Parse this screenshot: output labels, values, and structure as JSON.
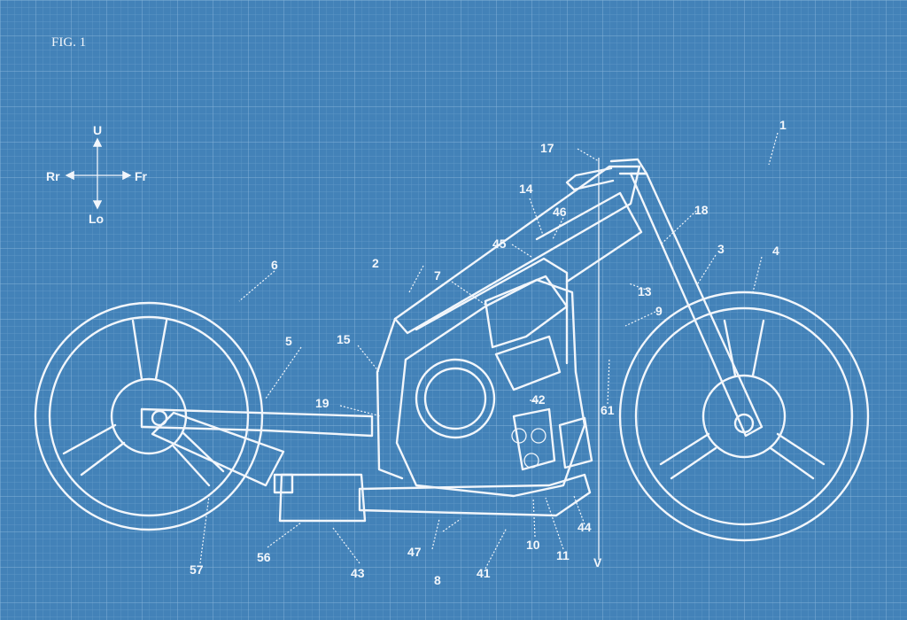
{
  "figure": {
    "title": "FIG. 1"
  },
  "axes": {
    "up": "U",
    "down": "Lo",
    "rear": "Rr",
    "front": "Fr"
  },
  "labels": {
    "l1": "1",
    "l2": "2",
    "l3": "3",
    "l4": "4",
    "l5": "5",
    "l6": "6",
    "l7": "7",
    "l8": "8",
    "l9": "9",
    "l10": "10",
    "l11": "11",
    "l13": "13",
    "l14": "14",
    "l15": "15",
    "l17": "17",
    "l18": "18",
    "l19": "19",
    "l41": "41",
    "l42": "42",
    "l43": "43",
    "l44": "44",
    "l45": "45",
    "l46": "46",
    "l47": "47",
    "l56": "56",
    "l57": "57",
    "l61": "61",
    "lV": "V"
  },
  "colors": {
    "background": "#4382b8",
    "grid": "#7fb0d9",
    "line": "#f2f6fb"
  }
}
